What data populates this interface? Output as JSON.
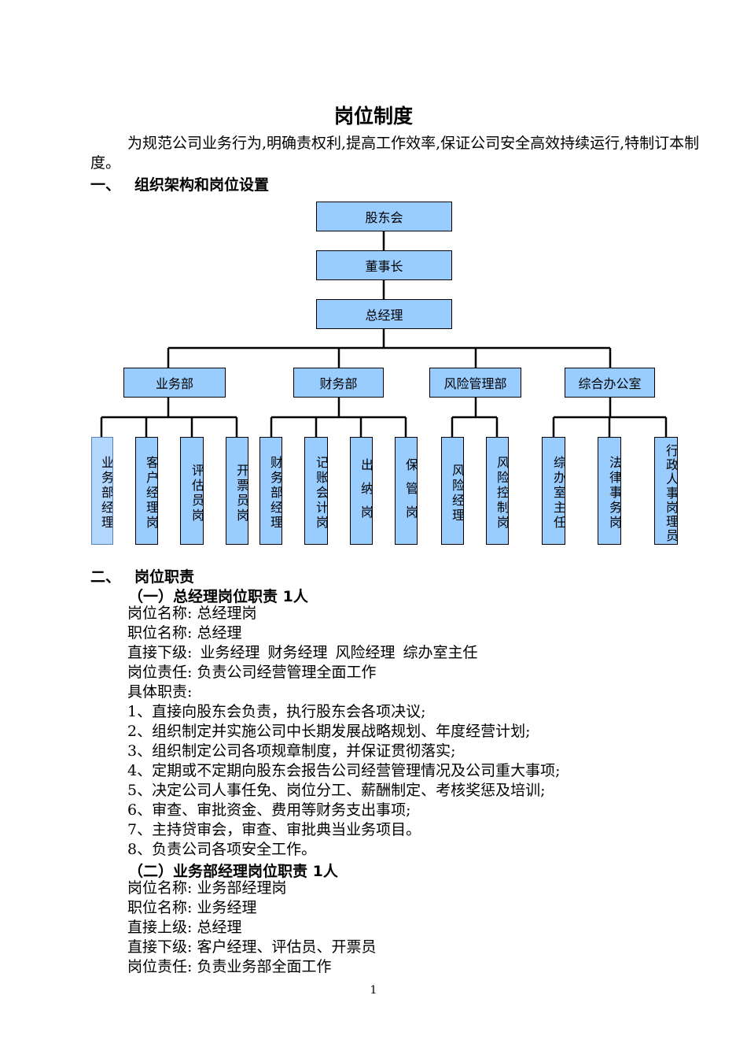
{
  "title": "岗位制度",
  "intro": "为规范公司业务行为,明确责权利,提高工作效率,保证公司安全高效持续运行,特制订本制度。",
  "section1": {
    "num": "一、",
    "title": "组织架构和岗位设置"
  },
  "org": {
    "level1": "股东会",
    "level2": "董事长",
    "level3": "总经理",
    "departments": [
      "业务部",
      "财务部",
      "风险管理部",
      "综合办公室"
    ],
    "positions": [
      "业务部经理",
      "客户经理岗",
      "评估员岗",
      "开票员岗",
      "财务部经理",
      "记账会计岗",
      "出纳岗",
      "保管岗",
      "风险经理",
      "风险控制岗",
      "综办室主任",
      "法律事务岗",
      "行政人事岗理员"
    ]
  },
  "section2": {
    "num": "二、",
    "title": "岗位职责"
  },
  "gm": {
    "heading": "（一）总经理岗位职责 1人",
    "lines": [
      "岗位名称: 总经理岗",
      "职位名称: 总经理",
      "直接下级: 业务经理  财务经理  风险经理  综办室主任",
      "岗位责任: 负责公司经营管理全面工作",
      "具体职责:",
      "1、直接向股东会负责，执行股东会各项决议;",
      "2、组织制定并实施公司中长期发展战略规划、年度经营计划;",
      "3、组织制定公司各项规章制度，并保证贯彻落实;",
      "4、定期或不定期向股东会报告公司经营管理情况及公司重大事项;",
      "5、决定公司人事任免、岗位分工、薪酬制定、考核奖惩及培训;",
      "6、审查、审批资金、费用等财务支出事项;",
      "7、主持贷审会，审查、审批典当业务项目。",
      "8、负责公司各项安全工作。"
    ]
  },
  "bm": {
    "heading": "（二）业务部经理岗位职责 1人",
    "lines": [
      "岗位名称: 业务部经理岗",
      "职位名称: 业务经理",
      "直接上级: 总经理",
      "直接下级: 客户经理、评估员、开票员",
      "岗位责任: 负责业务部全面工作"
    ]
  },
  "page_number": "1"
}
